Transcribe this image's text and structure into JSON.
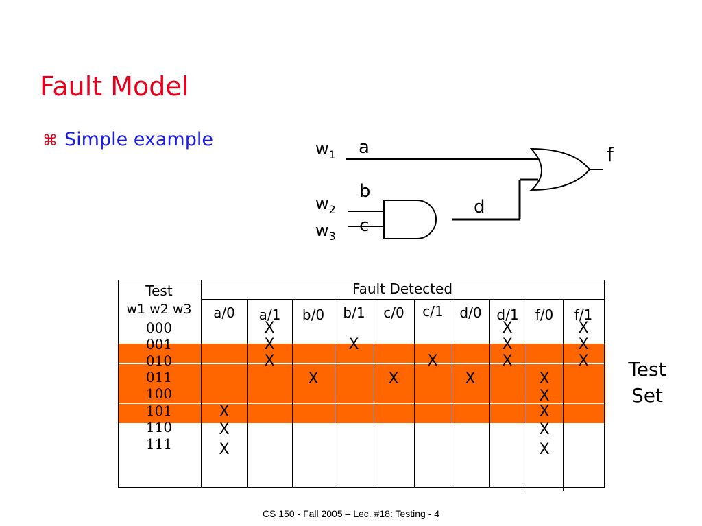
{
  "title": "Fault Model",
  "bullet_mark": "⌘",
  "bullet_text": "Simple example",
  "circuit": {
    "w1": "w",
    "w1_sub": "1",
    "w2": "w",
    "w2_sub": "2",
    "w3": "w",
    "w3_sub": "3",
    "a": "a",
    "b": "b",
    "c": "c",
    "d": "d",
    "f": "f"
  },
  "table": {
    "test_header_line1": "Test",
    "test_header_line2": "w1 w2 w3",
    "fault_header": "Fault Detected",
    "faults": [
      "a/0",
      "a/1",
      "b/0",
      "b/1",
      "c/0",
      "c/1",
      "d/0",
      "d/1",
      "f/0",
      "f/1"
    ],
    "tests": [
      "000",
      "001",
      "010",
      "011",
      "100",
      "101",
      "110",
      "111"
    ],
    "detected": [
      [
        1,
        7,
        9
      ],
      [
        1,
        3,
        7,
        9
      ],
      [
        1,
        5,
        7,
        9
      ],
      [
        2,
        4,
        6,
        8
      ],
      [
        8
      ],
      [
        0,
        8
      ],
      [
        0,
        8
      ],
      [
        0,
        8
      ]
    ],
    "mark": "X",
    "highlight_color": "#ff6600"
  },
  "test_set_label_line1": "Test",
  "test_set_label_line2": "Set",
  "footer": "CS 150 - Fall  2005 – Lec. #18: Testing - 4"
}
